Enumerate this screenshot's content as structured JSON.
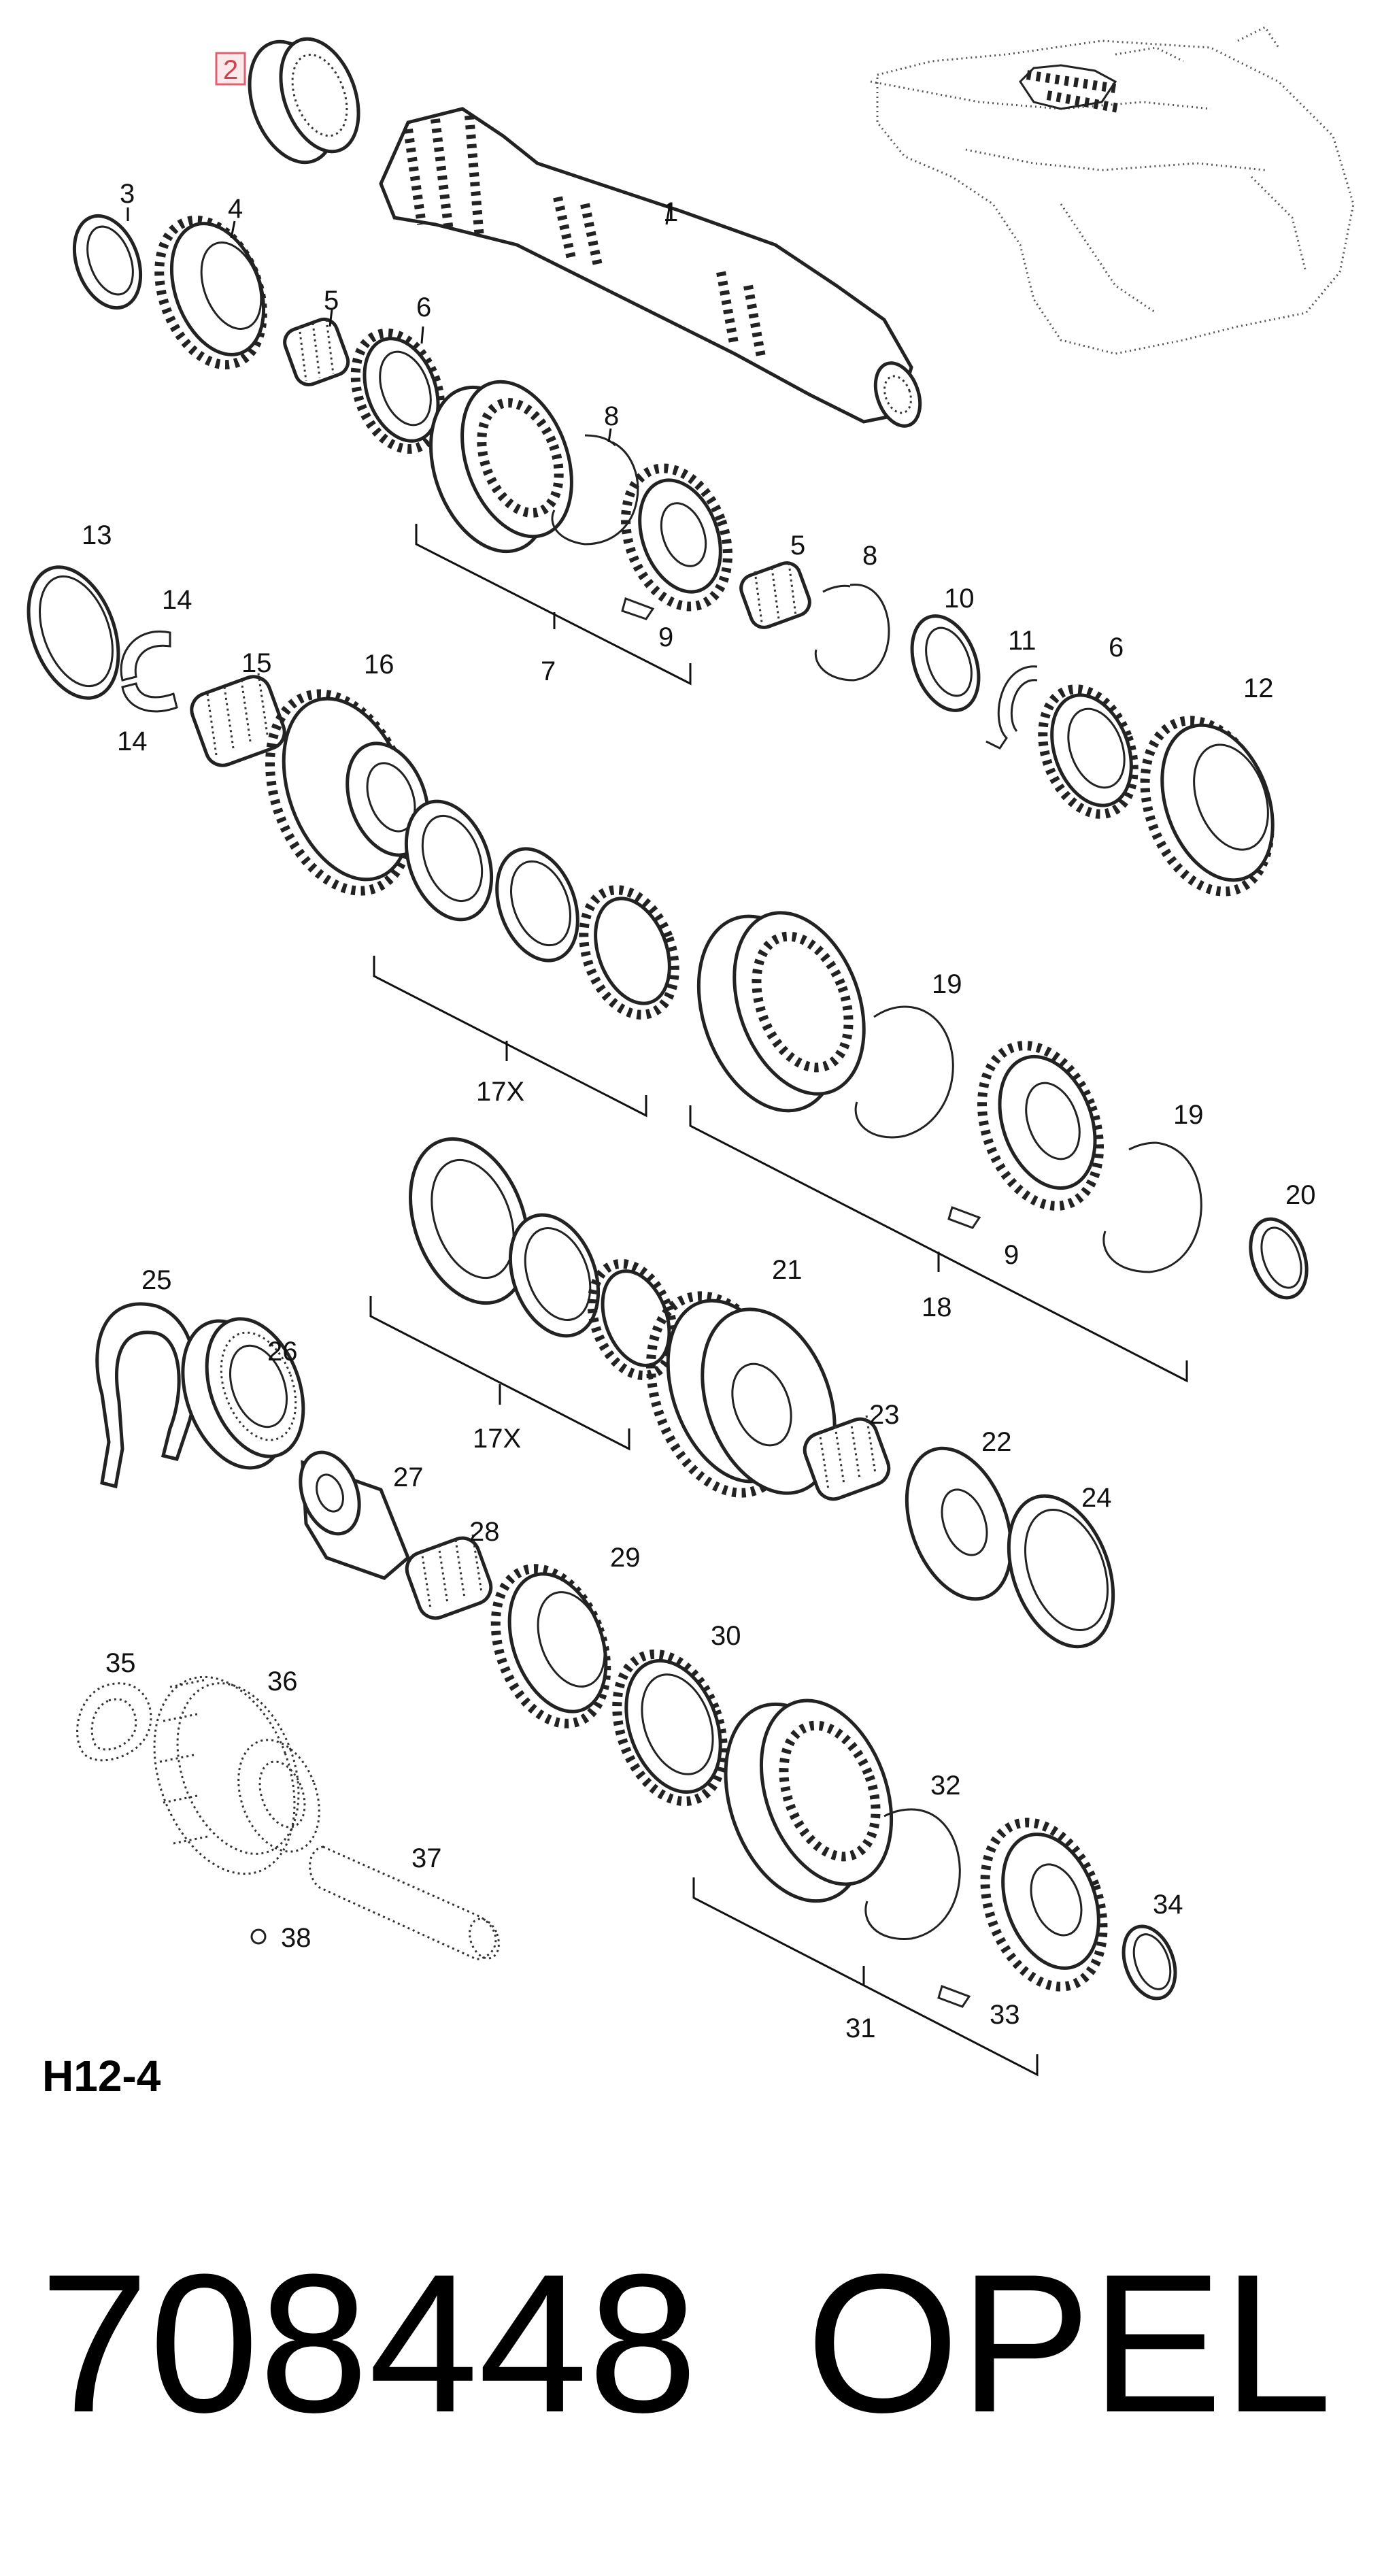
{
  "diagram": {
    "highlighted_label": "2",
    "diagram_code": "H12-4",
    "part_number": "708448",
    "brand": "OPEL",
    "callouts": {
      "c1": "1",
      "c2": "2",
      "c3": "3",
      "c4": "4",
      "c5a": "5",
      "c6a": "6",
      "c7": "7",
      "c8a": "8",
      "c9a": "9",
      "c5b": "5",
      "c8b": "8",
      "c10": "10",
      "c11": "11",
      "c6b": "6",
      "c12": "12",
      "c13": "13",
      "c14a": "14",
      "c14b": "14",
      "c15": "15",
      "c16": "16",
      "c17xa": "17X",
      "c19a": "19",
      "c19b": "19",
      "c9b": "9",
      "c18": "18",
      "c20": "20",
      "c25": "25",
      "c26": "26",
      "c21": "21",
      "c23": "23",
      "c17xb": "17X",
      "c22": "22",
      "c24": "24",
      "c27": "27",
      "c28": "28",
      "c29": "29",
      "c30": "30",
      "c35": "35",
      "c36": "36",
      "c37": "37",
      "c38": "38",
      "c32": "32",
      "c34": "34",
      "c31": "31",
      "c33": "33"
    }
  }
}
